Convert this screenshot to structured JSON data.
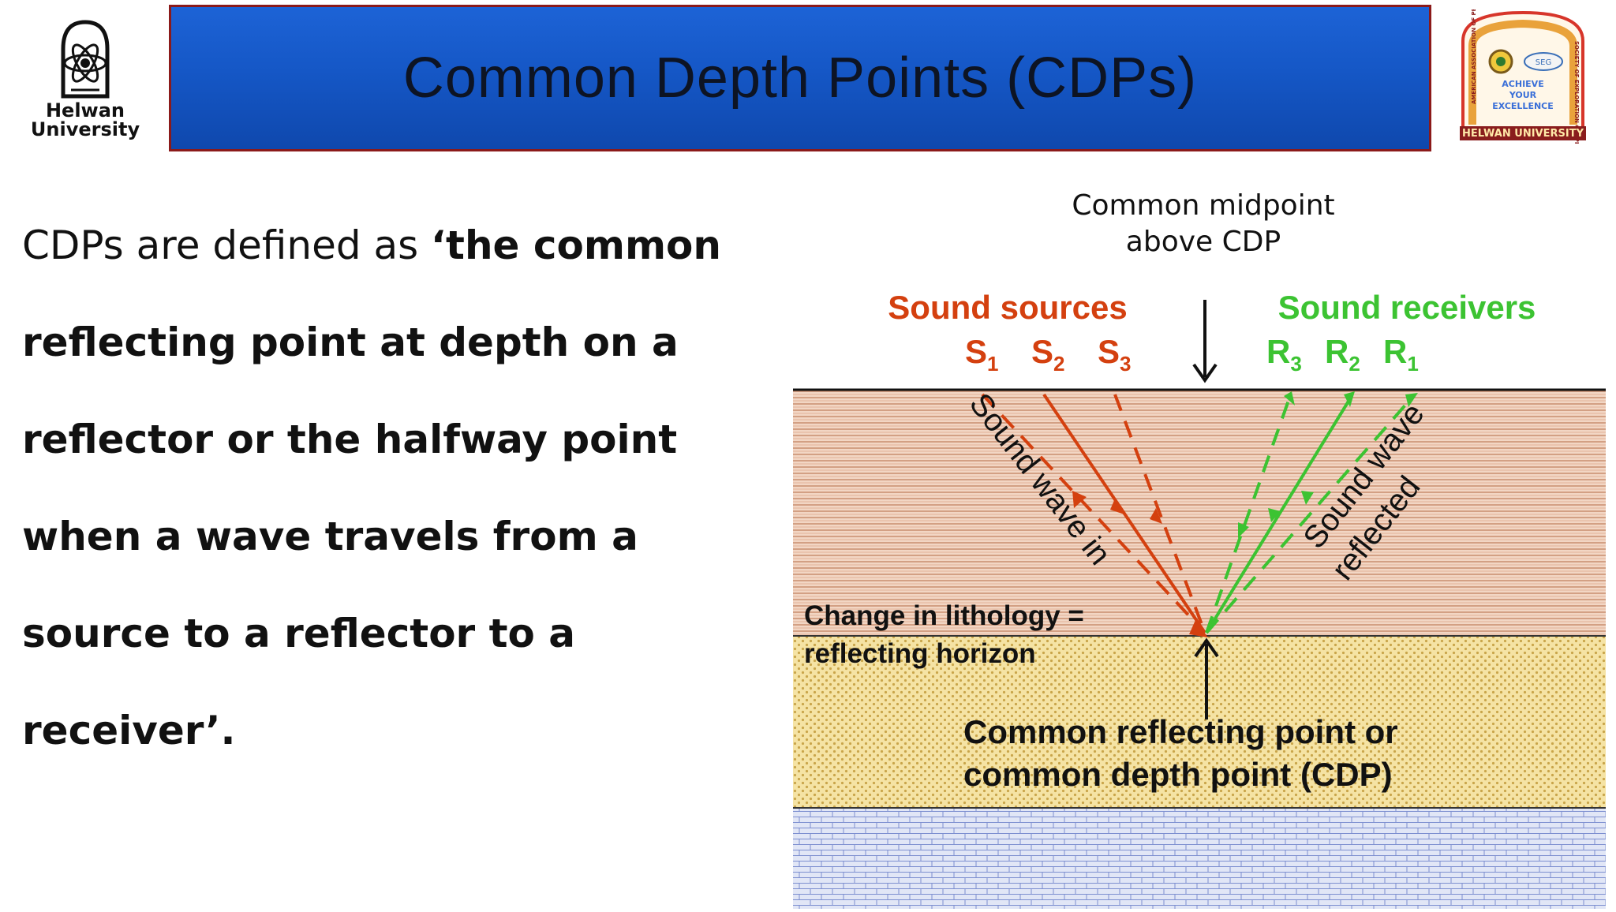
{
  "header": {
    "title": "Common Depth Points (CDPs)",
    "left_logo": {
      "icon": "atom-emblem-icon",
      "text_line1": "Helwan",
      "text_line2": "University"
    },
    "right_logo": {
      "icon": "society-emblem-icon",
      "motto": [
        "ACHIEVE",
        "YOUR",
        "EXCELLENCE"
      ],
      "badge": "SEG",
      "ribbon": "HELWAN UNIVERSITY",
      "arc_left": "AMERICAN ASSOCIATION OF PETROLEUM GEOLOGISTS",
      "arc_right": "SOCIETY OF EXPLORATION GEOPHYSICISTS"
    }
  },
  "definition": {
    "intro": "CDPs are defined as ",
    "quote": "‘the common reflecting point at depth on a reflector or the halfway point when a wave travels from a source to a reflector to a receiver’."
  },
  "diagram": {
    "midpoint_label_line1": "Common midpoint",
    "midpoint_label_line2": "above CDP",
    "sources_label": "Sound sources",
    "receivers_label": "Sound receivers",
    "sources": [
      "S",
      "S",
      "S"
    ],
    "source_subs": [
      "1",
      "2",
      "3"
    ],
    "receivers": [
      "R",
      "R",
      "R"
    ],
    "receiver_subs": [
      "3",
      "2",
      "1"
    ],
    "wave_in_label": "Sound wave in",
    "wave_reflected_line1": "Sound wave",
    "wave_reflected_line2": "reflected",
    "horizon_line1": "Change in lithology =",
    "horizon_line2": "reflecting horizon",
    "cdp_line1": "Common reflecting point or",
    "cdp_line2": "common depth point (CDP)",
    "colors": {
      "source": "#d4400f",
      "receiver": "#3cc332",
      "layer1": "#f2d6c4",
      "layer1_stripe": "#c98e6e",
      "layer2": "#f5e3a4",
      "layer2_dots": "#c9a54a",
      "layer3": "#e1e6f6",
      "layer3_grid": "#7d8fd0"
    }
  }
}
